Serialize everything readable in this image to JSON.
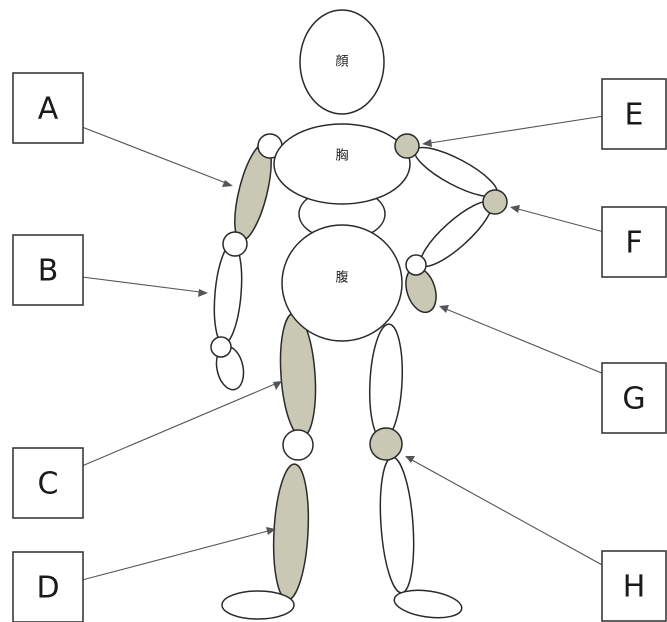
{
  "labels": {
    "A": "A",
    "B": "B",
    "C": "C",
    "D": "D",
    "E": "E",
    "F": "F",
    "G": "G",
    "H": "H"
  },
  "body_text": {
    "head": "顔",
    "chest": "胸",
    "belly": "腹"
  },
  "colors": {
    "highlight": "#c9c8b4",
    "outline": "#2a2a2a",
    "background": "#ffffff"
  }
}
